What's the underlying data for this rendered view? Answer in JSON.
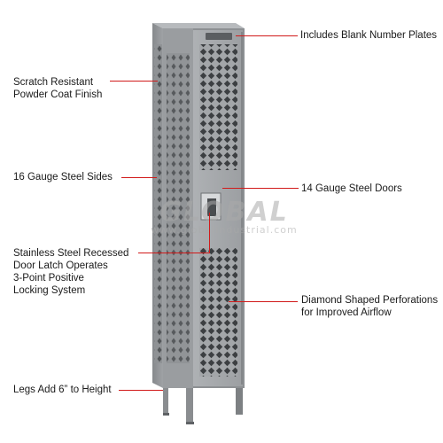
{
  "callouts": {
    "number_plates": "Includes Blank Number Plates",
    "finish_line1": "Scratch Resistant",
    "finish_line2": "Powder Coat Finish",
    "sides": "16 Gauge Steel Sides",
    "doors": "14 Gauge Steel Doors",
    "latch_line1": "Stainless Steel Recessed",
    "latch_line2": "Door Latch Operates",
    "latch_line3": "3-Point Positive",
    "latch_line4": "Locking System",
    "perf_line1": "Diamond Shaped Perforations",
    "perf_line2": "for Improved Airflow",
    "legs": "Legs Add 6” to Height"
  },
  "watermark": {
    "brand": "GLOBAL",
    "site": "www.globalindustrial.com"
  },
  "colors": {
    "leader": "#d11a1a",
    "locker_body": "#9a9da0",
    "locker_dark": "#6f7275"
  }
}
